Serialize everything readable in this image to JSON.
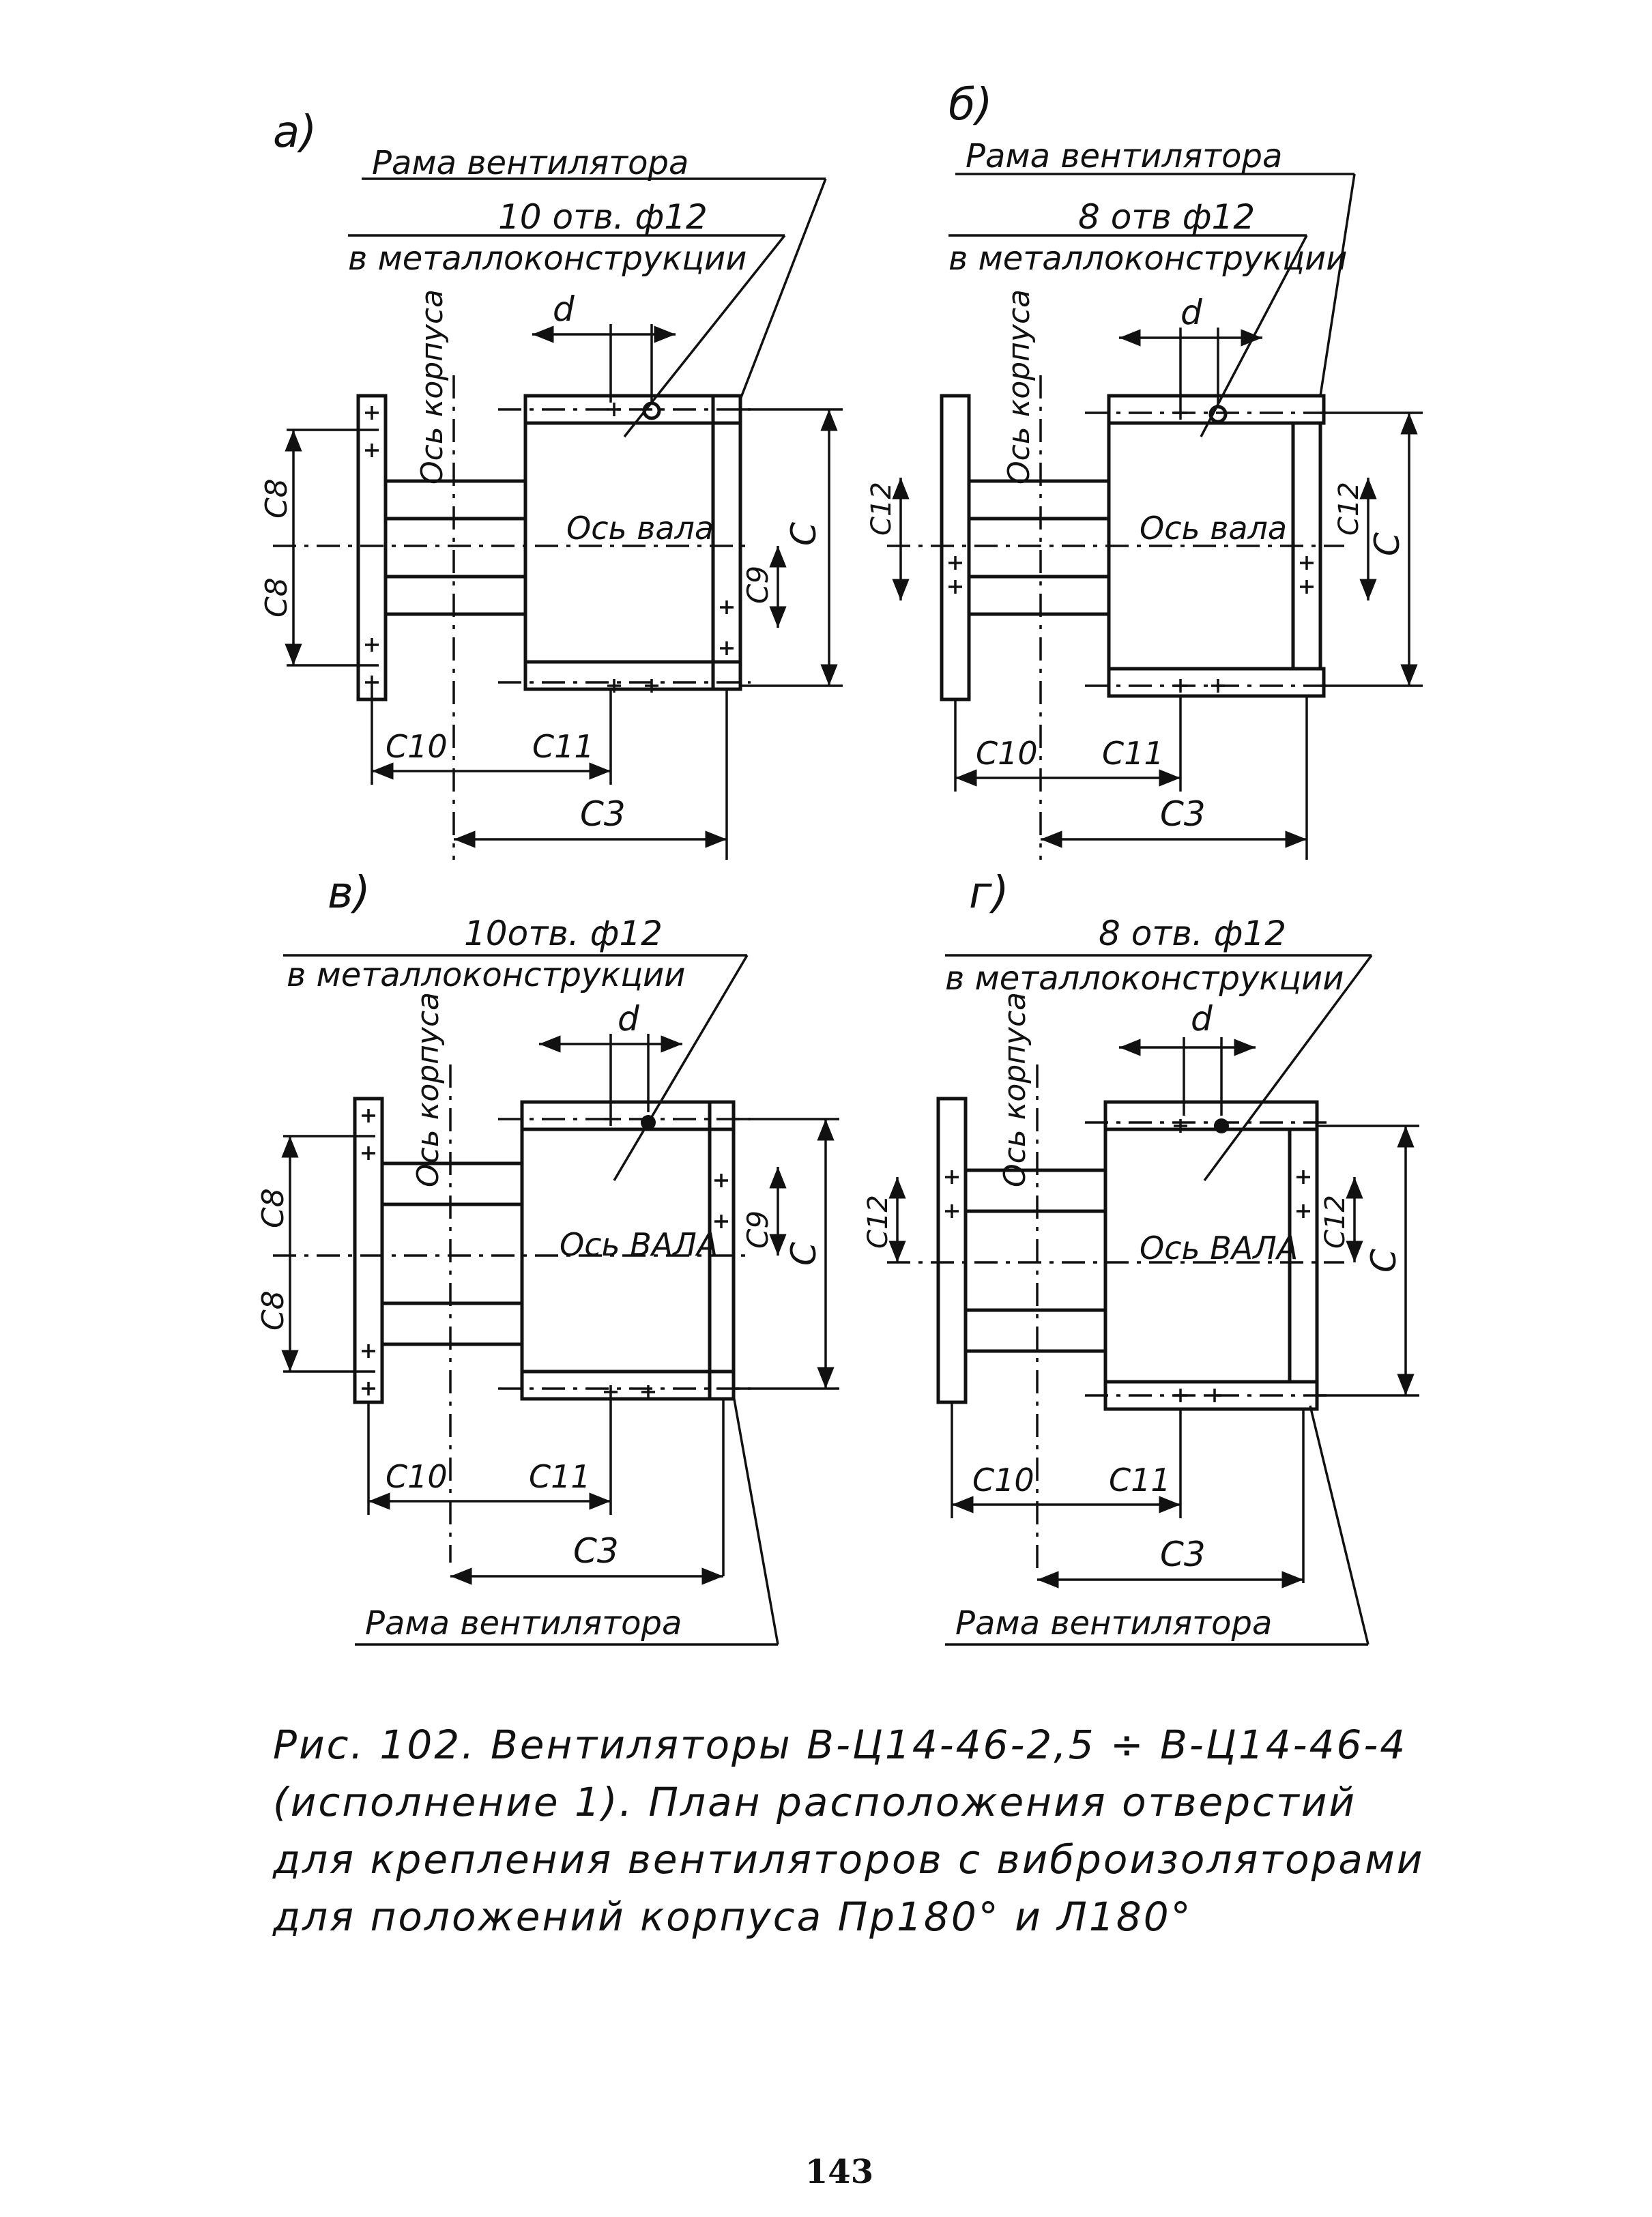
{
  "labels": {
    "frame": "Рама вентилятора",
    "holes_10": "10 отв. ф12",
    "holes_10_c": "10отв. ф12",
    "holes_8a": "8 отв ф12",
    "holes_8b": "8 отв. ф12",
    "metal": "в металлоконструкции",
    "body_axis": "Ось корпуса",
    "shaft_axis_a": "Ось вала",
    "shaft_axis_c": "Ось ВАЛА",
    "d": "d",
    "C": "C",
    "C3": "C3",
    "C8": "C8",
    "C9": "C9",
    "C10": "C10",
    "C11": "C11",
    "C12": "C12"
  },
  "panels": [
    {
      "letter": "а)"
    },
    {
      "letter": "б)"
    },
    {
      "letter": "в)"
    },
    {
      "letter": "г)"
    }
  ],
  "caption": {
    "line1": "Рис. 102. Вентиляторы   В-Ц14-46-2,5 ÷ В-Ц14-46-4",
    "line2": "(исполнение 1). План расположения отверстий",
    "line3": "для крепления вентиляторов с виброизоляторами",
    "line4": "для положений корпуса Пр180° и Л180°"
  },
  "page_number": "143"
}
